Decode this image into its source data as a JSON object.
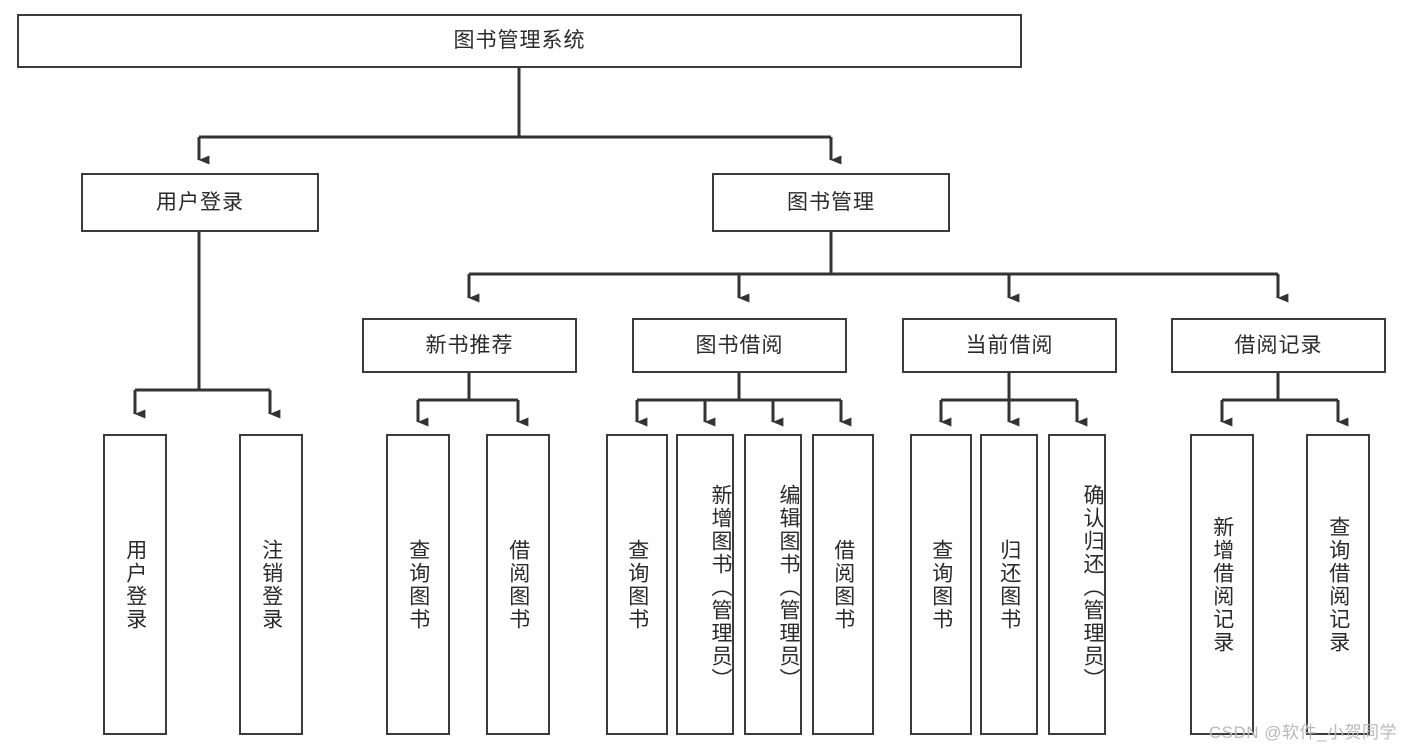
{
  "diagram": {
    "type": "tree-hierarchy",
    "title": "图书管理系统",
    "background_color": "#ffffff",
    "line_color": "#3b3b3b",
    "text_color": "#2a2a2a",
    "watermark": "CSDN @软件_小贺同学",
    "root": {
      "label": "图书管理系统"
    },
    "level2": [
      {
        "label": "用户登录"
      },
      {
        "label": "图书管理"
      }
    ],
    "level3": [
      {
        "label": "新书推荐"
      },
      {
        "label": "图书借阅"
      },
      {
        "label": "当前借阅"
      },
      {
        "label": "借阅记录"
      }
    ],
    "leaves": {
      "user_login": [
        {
          "label": "用户登录"
        },
        {
          "label": "注销登录"
        }
      ],
      "new_book_recommend": [
        {
          "label": "查询图书"
        },
        {
          "label": "借阅图书"
        }
      ],
      "book_borrow": [
        {
          "label": "查询图书"
        },
        {
          "label": "新增图书（管理员）"
        },
        {
          "label": "编辑图书（管理员）"
        },
        {
          "label": "借阅图书"
        }
      ],
      "current_borrow": [
        {
          "label": "查询图书"
        },
        {
          "label": "归还图书"
        },
        {
          "label": "确认归还（管理员）"
        }
      ],
      "borrow_record": [
        {
          "label": "新增借阅记录"
        },
        {
          "label": "查询借阅记录"
        }
      ]
    }
  }
}
